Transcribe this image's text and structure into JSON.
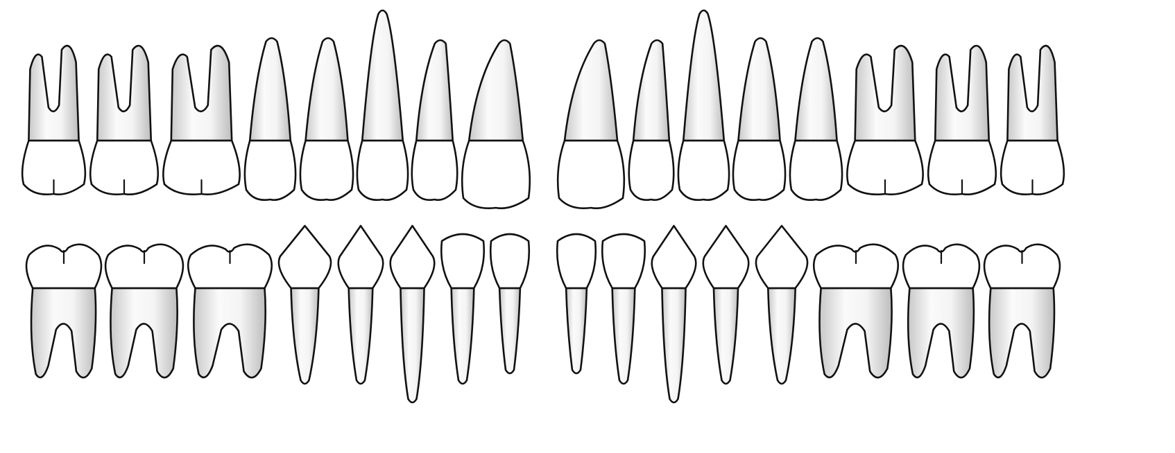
{
  "diagram": {
    "arches": [
      {
        "name": "upper",
        "teeth": [
          {
            "kind": "molar"
          },
          {
            "kind": "molar"
          },
          {
            "kind": "molar"
          },
          {
            "kind": "premolar"
          },
          {
            "kind": "premolar"
          },
          {
            "kind": "canine"
          },
          {
            "kind": "lateral-incisor"
          },
          {
            "kind": "central-incisor"
          },
          {
            "kind": "central-incisor"
          },
          {
            "kind": "lateral-incisor"
          },
          {
            "kind": "canine"
          },
          {
            "kind": "premolar"
          },
          {
            "kind": "premolar"
          },
          {
            "kind": "molar"
          },
          {
            "kind": "molar"
          },
          {
            "kind": "molar"
          }
        ]
      },
      {
        "name": "lower",
        "teeth": [
          {
            "kind": "molar"
          },
          {
            "kind": "molar"
          },
          {
            "kind": "molar"
          },
          {
            "kind": "premolar"
          },
          {
            "kind": "premolar"
          },
          {
            "kind": "canine"
          },
          {
            "kind": "lateral-incisor"
          },
          {
            "kind": "central-incisor"
          },
          {
            "kind": "central-incisor"
          },
          {
            "kind": "lateral-incisor"
          },
          {
            "kind": "canine"
          },
          {
            "kind": "premolar"
          },
          {
            "kind": "premolar"
          },
          {
            "kind": "molar"
          },
          {
            "kind": "molar"
          },
          {
            "kind": "molar"
          }
        ]
      }
    ],
    "colors": {
      "outline": "#111111",
      "crown_fill": "#ffffff",
      "root_light": "#fafafa",
      "root_shade": "#c8c8c8"
    }
  }
}
